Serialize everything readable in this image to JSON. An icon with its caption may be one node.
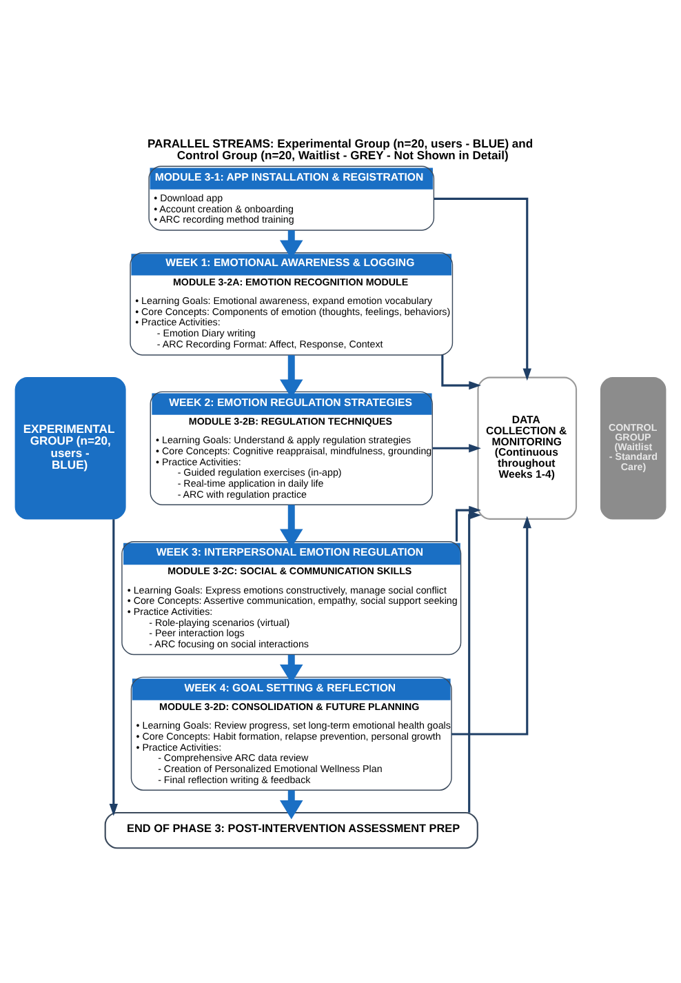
{
  "diagram": {
    "title": "PARALLEL STREAMS: Experimental Group (n=20, users - BLUE) and Control Group (n=20, Waitlist - GREY - Not Shown in Detail)",
    "nodes": [
      {
        "text": [
          "EXPERIMENTAL GROUP (n=20, users - BLUE)"
        ]
      },
      {
        "text": [
          "MODULE 3-1: APP INSTALLATION & REGISTRATION",
          "• Download app",
          "• Account creation & onboarding",
          "• ARC recording method training"
        ]
      },
      {
        "text": [
          "WEEK 1: EMOTIONAL AWARENESS & LOGGING",
          "MODULE 3-2A: EMOTION RECOGNITION MODULE",
          "• Learning Goals: Emotional awareness, expand emotion vocabulary",
          "• Core Concepts: Components of emotion (thoughts, feelings, behaviors)",
          "• Practice Activities:",
          "- Emotion Diary writing",
          "- ARC Recording Format: Affect, Response, Context"
        ]
      },
      {
        "text": [
          "WEEK 2: EMOTION REGULATION STRATEGIES",
          "MODULE 3-2B: REGULATION TECHNIQUES",
          "• Learning Goals: Understand & apply regulation strategies",
          "• Core Concepts: Cognitive reappraisal, mindfulness, grounding",
          "• Practice Activities:",
          "- Guided regulation exercises (in-app)",
          "- Real-time application in daily life",
          "- ARC with regulation practice"
        ]
      },
      {
        "text": [
          "WEEK 3: INTERPERSONAL EMOTION REGULATION",
          "MODULE 3-2C: SOCIAL & COMMUNICATION SKILLS",
          "• Learning Goals: Express emotions constructively, manage social conflict",
          "• Core Concepts: Assertive communication, empathy, social support seeking",
          "• Practice Activities:",
          "- Role-playing scenarios (virtual)",
          "- Peer interaction logs",
          "- ARC focusing on social interactions"
        ]
      },
      {
        "text": [
          "WEEK 4: GOAL SETTING & REFLECTION",
          "MODULE 3-2D: CONSOLIDATION & FUTURE PLANNING",
          "• Learning Goals: Review progress, set long-term emotional health goals",
          "• Core Concepts: Habit formation, relapse prevention, personal growth",
          "• Practice Activities:",
          "- Comprehensive ARC data review",
          "- Creation of Personalized Emotional Wellness Plan",
          "- Final reflection writing & feedback"
        ]
      },
      {
        "text": [
          "END OF PHASE 3: POST-INTERVENTION ASSESSMENT PREP"
        ]
      },
      {
        "text": [
          "DATA COLLECTION & MONITORING",
          "(Continuous throughout Weeks 1-4)"
        ]
      },
      {
        "text": [
          "CONTROL GROUP (Waitlist - Standard Care)"
        ]
      }
    ],
    "edges": [
      {
        "from": 1,
        "to": 2,
        "arrow": "to",
        "style": "thick",
        "color": "#1a6fc4"
      },
      {
        "from": 2,
        "to": 3,
        "arrow": "to",
        "style": "thick",
        "color": "#1a6fc4"
      },
      {
        "from": 3,
        "to": 4,
        "arrow": "to",
        "style": "thick",
        "color": "#1a6fc4"
      },
      {
        "from": 4,
        "to": 5,
        "arrow": "to",
        "style": "thick",
        "color": "#1a6fc4"
      },
      {
        "from": 5,
        "to": 6,
        "arrow": "to",
        "style": "thick",
        "color": "#1a6fc4"
      },
      {
        "from": 0,
        "to": 6,
        "arrow": "to"
      },
      {
        "from": 1,
        "to": 7,
        "arrow": "to"
      },
      {
        "from": 2,
        "to": 7,
        "arrow": "to"
      },
      {
        "from": 3,
        "to": 7,
        "arrow": "to"
      },
      {
        "from": 4,
        "to": 7,
        "arrow": "to"
      },
      {
        "from": 5,
        "to": 7,
        "arrow": "to"
      },
      {
        "from": 6,
        "to": 7,
        "arrow": "to"
      }
    ]
  }
}
